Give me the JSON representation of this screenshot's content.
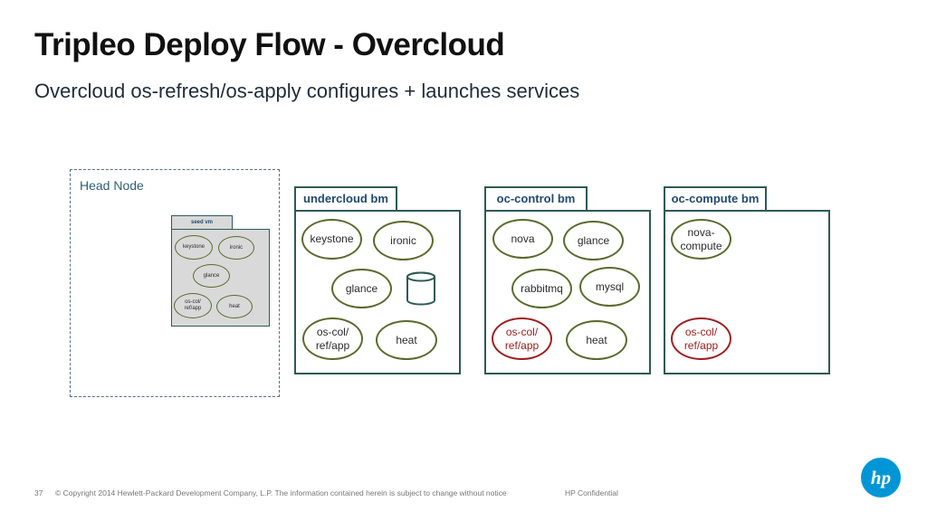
{
  "slide": {
    "title": "Tripleo Deploy Flow - Overcloud",
    "subtitle": "Overcloud os-refresh/os-apply configures + launches services"
  },
  "head_node": {
    "label": "Head Node",
    "seed_vm": {
      "label": "seed vm",
      "services": [
        "keystone",
        "ironic",
        "glance",
        "os-col/\nref/app",
        "heat"
      ]
    }
  },
  "undercloud": {
    "label": "undercloud bm",
    "services": [
      "keystone",
      "ironic",
      "glance",
      "os-col/\nref/app",
      "heat"
    ]
  },
  "oc_control": {
    "label": "oc-control bm",
    "services": [
      "nova",
      "glance",
      "rabbitmq",
      "mysql",
      "os-col/\nref/app",
      "heat"
    ]
  },
  "oc_compute": {
    "label": "oc-compute bm",
    "services": [
      "nova-\ncompute",
      "os-col/\nref/app"
    ]
  },
  "colors": {
    "service_border": "#5a6b2e",
    "highlight": "#a01d1d",
    "box_border": "#2f5a55",
    "tab_text": "#214a72",
    "hp_blue": "#0096d6"
  },
  "footer": {
    "page_number": "37",
    "copyright": "© Copyright 2014 Hewlett-Packard Development Company, L.P.  The information contained herein is subject to change without notice",
    "confidential": "HP Confidential"
  },
  "logo": {
    "text": "hp",
    "icon": "hp-logo-icon"
  }
}
